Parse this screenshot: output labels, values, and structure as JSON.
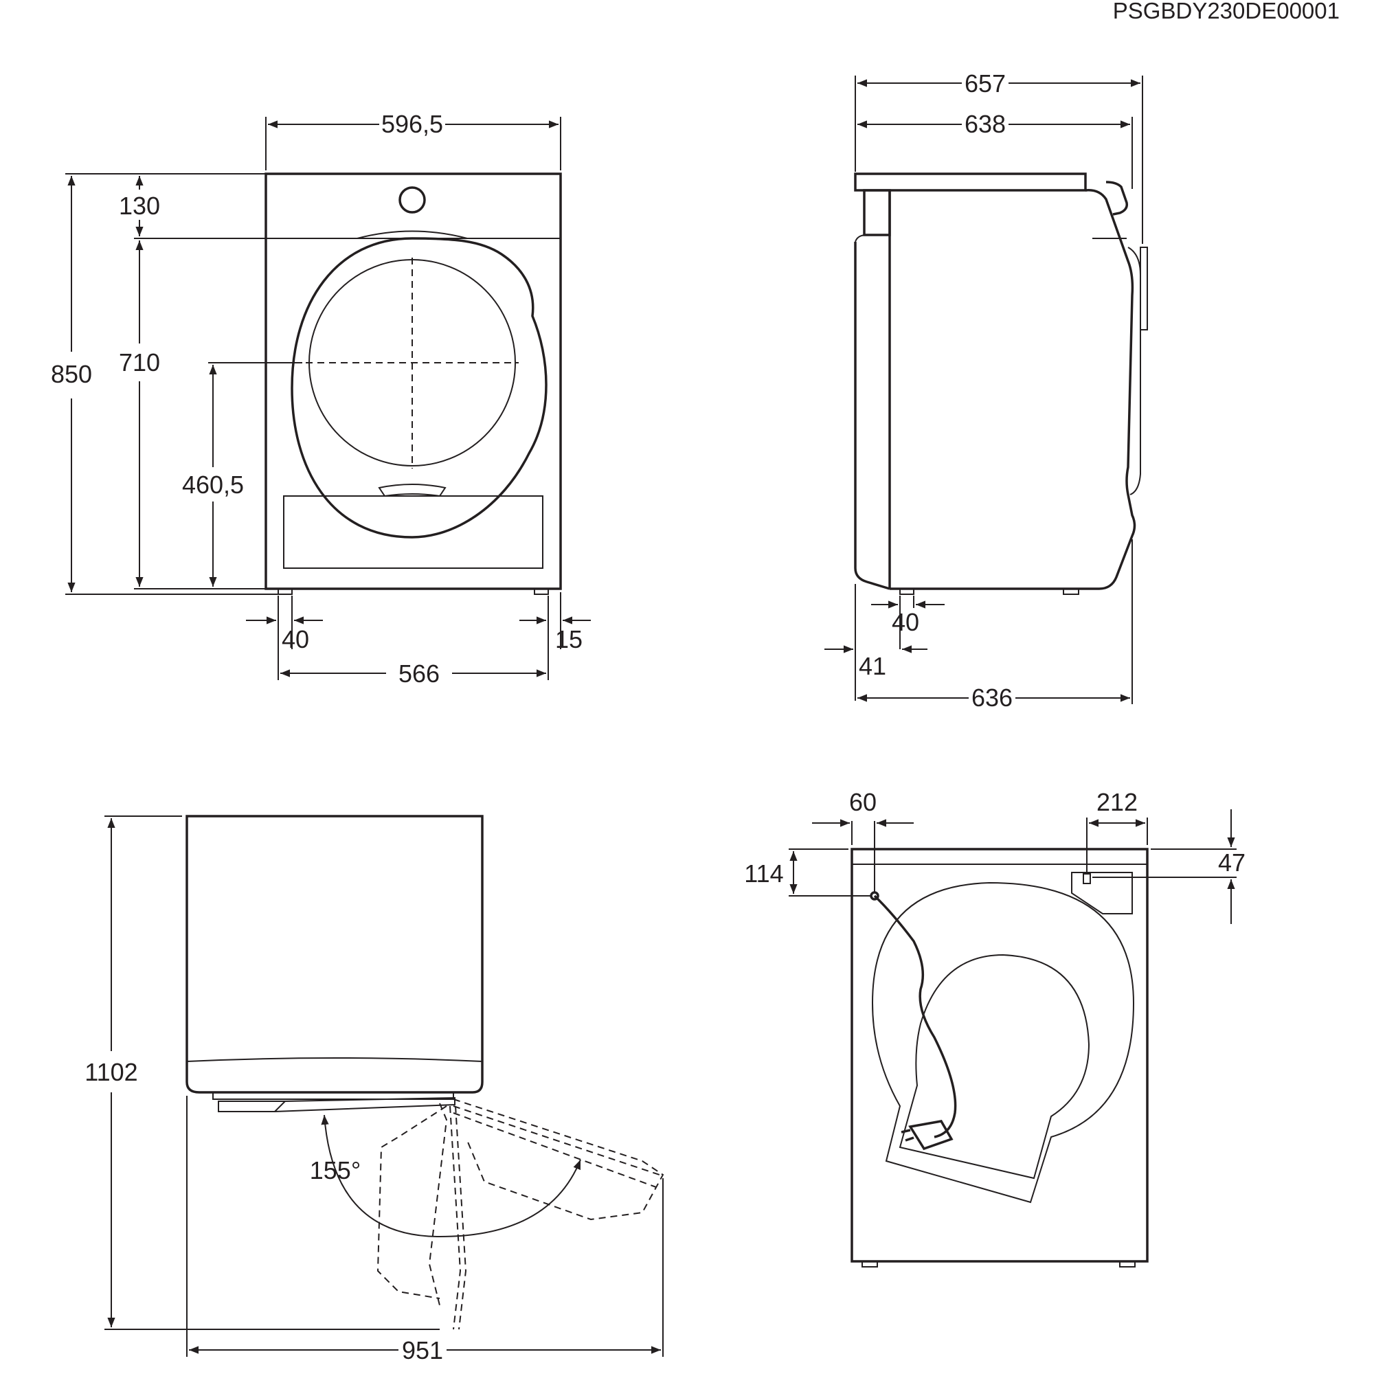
{
  "document_code": "PSGBDY230DE00001",
  "front_view": {
    "width_overall": "596,5",
    "height_overall": "850",
    "height_panel": "130",
    "height_door_top": "710",
    "height_door_center": "460,5",
    "foot_offset_left": "40",
    "foot_offset_right": "15",
    "foot_spacing": "566"
  },
  "side_view": {
    "depth_overall": "657",
    "depth_body": "638",
    "depth_base": "636",
    "foot_offset": "40",
    "back_offset": "41"
  },
  "door_view": {
    "height_door_open": "1102",
    "opening_angle": "155°",
    "depth_door_open": "951"
  },
  "rear_view": {
    "hose_offset_side": "60",
    "hose_offset_top": "114",
    "plate_width": "212",
    "plate_offset_top": "47"
  }
}
